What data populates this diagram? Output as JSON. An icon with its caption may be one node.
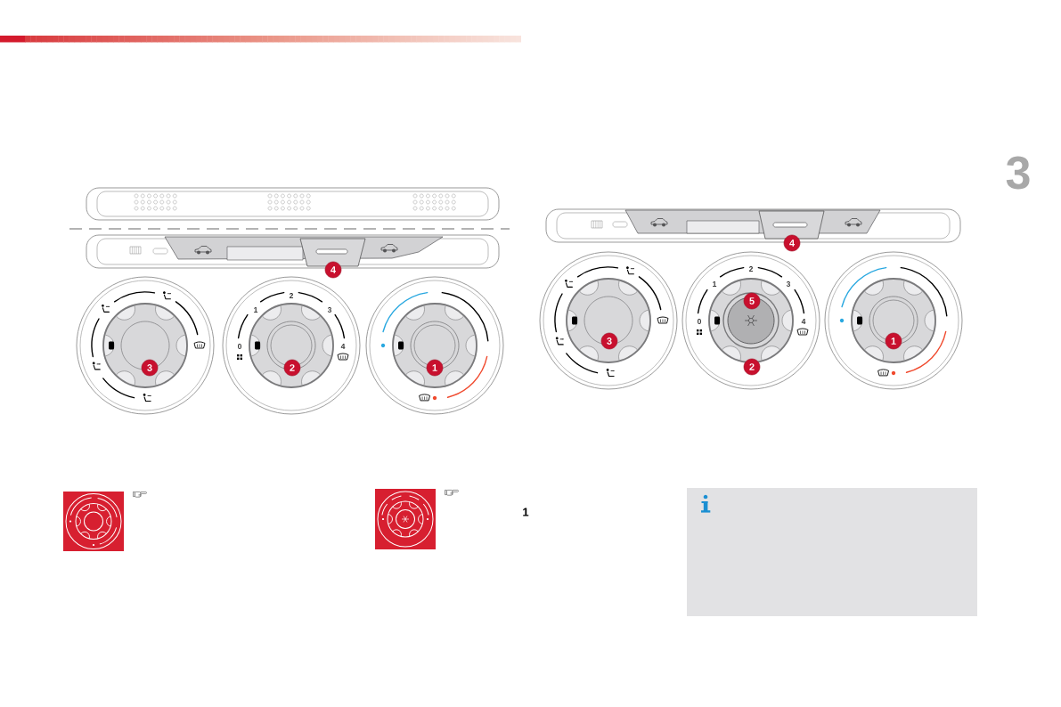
{
  "diagram": {
    "labels": [
      "3",
      "4",
      "2",
      "1",
      "3",
      "0",
      "4",
      "3",
      "2",
      "1",
      "4",
      "2",
      "1",
      "3",
      "5",
      "0",
      "4",
      "3",
      "1",
      "2",
      "1"
    ]
  }
}
